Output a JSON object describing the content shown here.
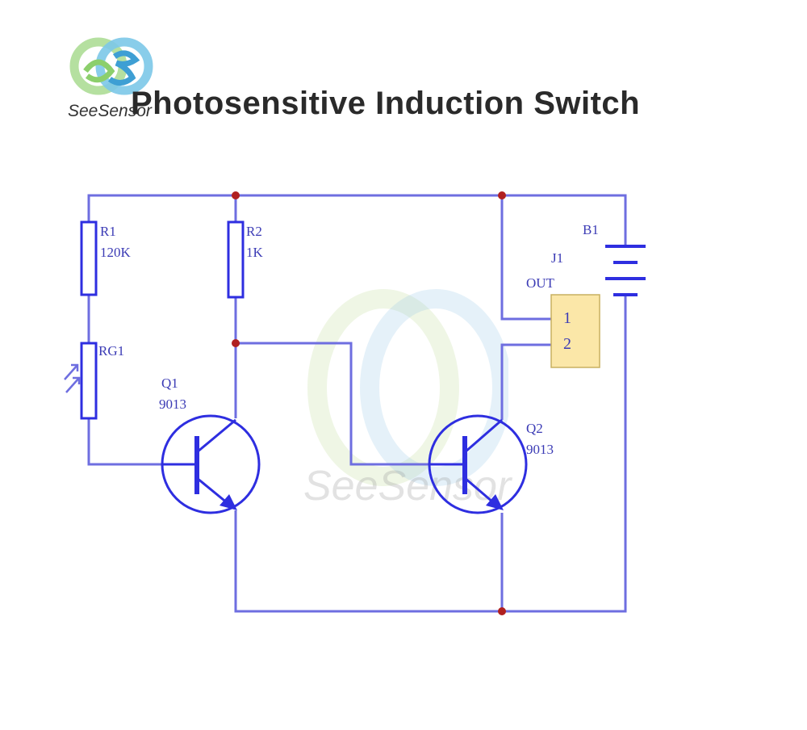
{
  "title": "Photosensitive Induction Switch",
  "brand": {
    "name": "SeeSensor"
  },
  "watermark": {
    "text": "SeeSensor"
  },
  "colors": {
    "wire": "#6e6ee0",
    "symbol": "#2e2ee0",
    "junction": "#b02020",
    "connector_fill": "#fbe7a8"
  },
  "components": {
    "r1": {
      "ref": "R1",
      "value": "120K"
    },
    "r2": {
      "ref": "R2",
      "value": "1K"
    },
    "rg1": {
      "ref": "RG1"
    },
    "q1": {
      "ref": "Q1",
      "value": "9013"
    },
    "q2": {
      "ref": "Q2",
      "value": "9013"
    },
    "b1": {
      "ref": "B1"
    },
    "j1": {
      "ref": "J1",
      "value": "OUT",
      "pins": [
        "1",
        "2"
      ]
    }
  }
}
